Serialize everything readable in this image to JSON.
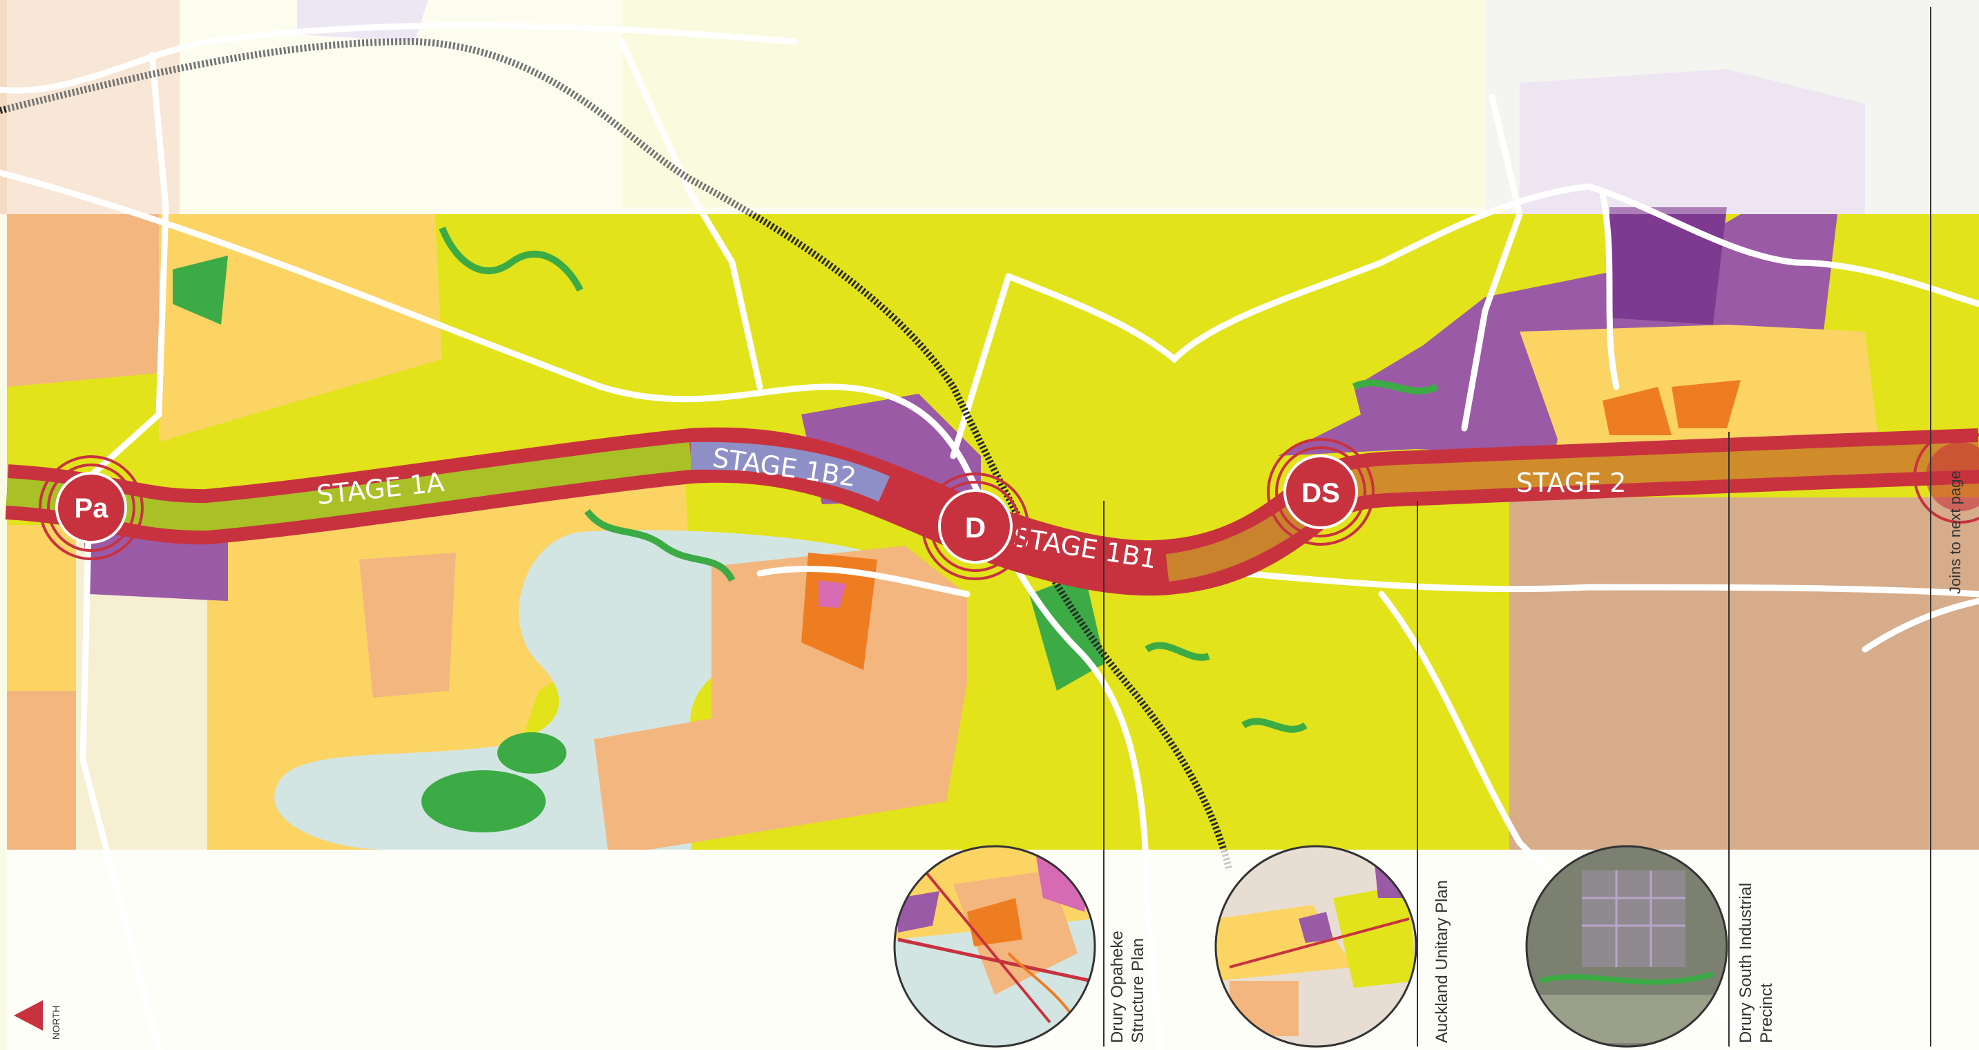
{
  "stations": {
    "pa": "Pa",
    "d": "D",
    "ds": "DS"
  },
  "stages": {
    "s1a": "STAGE 1A",
    "s1b2": "STAGE 1B2",
    "s1b1": "STAGE 1B1",
    "s2": "STAGE 2"
  },
  "callouts": {
    "structure_plan_line1": "Drury Opaheke",
    "structure_plan_line2": "Structure Plan",
    "unitary_plan": "Auckland Unitary Plan",
    "industrial_line1": "Drury South Industrial",
    "industrial_line2": "Precinct"
  },
  "joins_next_page": "Joins to next page",
  "north_label": "NORTH",
  "colors": {
    "corridor_band": "#e2e31a",
    "route_red": "#c8323f",
    "stage_1a_fill": "#a9c026",
    "stage_1b2_fill": "#8f8fc8",
    "stage_1b1_fill": "#c8832c",
    "stage_2_fill": "#d08c2a",
    "residential": "#fbd464",
    "suburban": "#f3b67e",
    "industrial": "#9b5aa6",
    "open_space": "#3cab46",
    "water": "#d3e5e3",
    "rural": "#d7ac8a",
    "commercial": "#ee7d22"
  }
}
